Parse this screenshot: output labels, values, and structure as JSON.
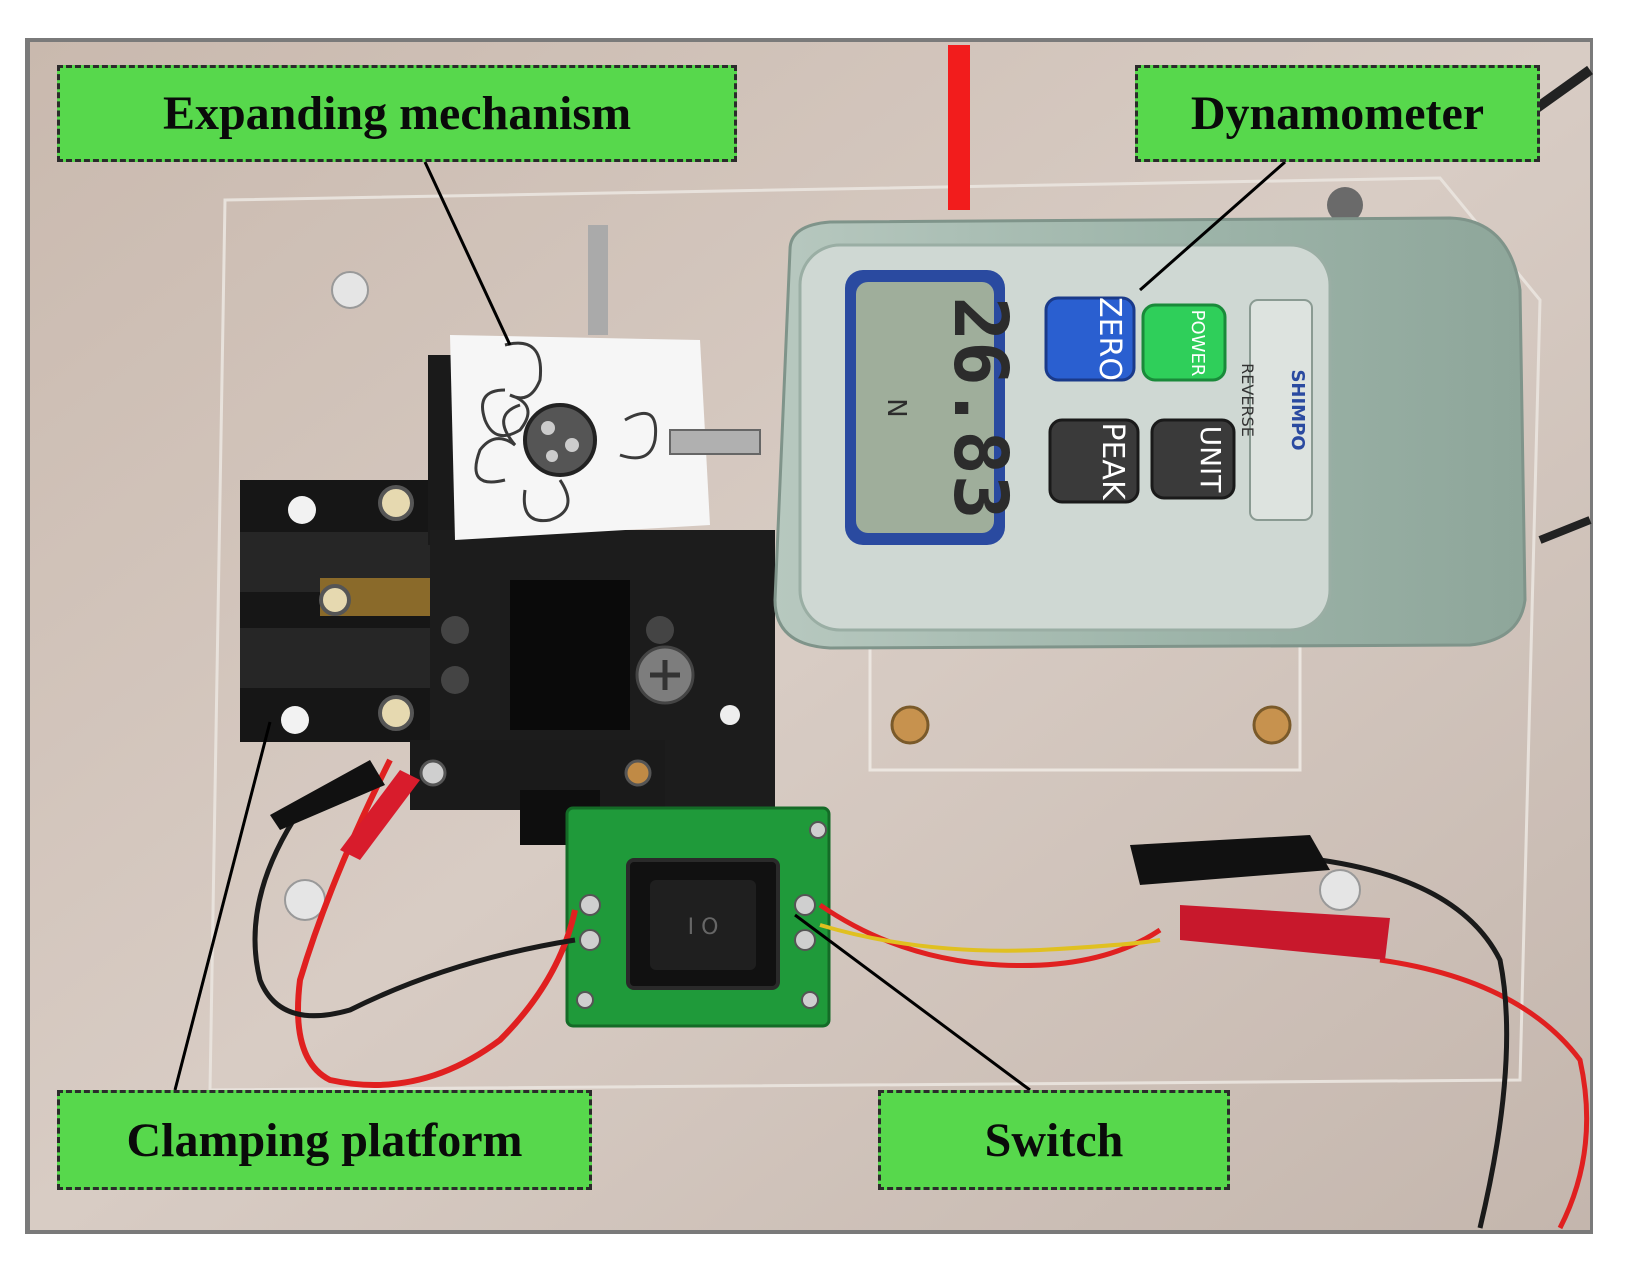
{
  "callouts": {
    "expanding": "Expanding mechanism",
    "dynamometer": "Dynamometer",
    "clamping": "Clamping platform",
    "switch": "Switch"
  },
  "device": {
    "reading": "26.83",
    "unit": "N",
    "buttons": [
      "ZERO",
      "POWER",
      "PEAK",
      "UNIT"
    ],
    "reverse_label": "REVERSE",
    "brand": "SHIMPO"
  },
  "switch_marks": "I O",
  "colors": {
    "callout_fill": "#57d84c",
    "wire_red": "#e02020",
    "wire_black": "#1a1a1a",
    "pcb_green": "#1f9a3a",
    "zero_button": "#2a5fd0",
    "power_button": "#2fcf5a"
  }
}
